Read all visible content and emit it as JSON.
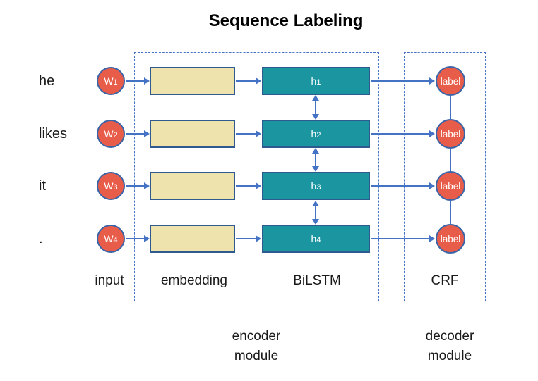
{
  "title": "Sequence Labeling",
  "colors": {
    "node_fill": "#E85D4A",
    "node_border": "#3A64A8",
    "embedding_fill": "#EEE2AD",
    "bilstm_fill": "#1B96A1",
    "box_border": "#2E5A8F",
    "connector_blue": "#4472C4"
  },
  "rows": [
    {
      "word": "he",
      "input_symbol": "W",
      "input_sub": "1",
      "hidden_symbol": "h",
      "hidden_sub": "1",
      "output_label": "label"
    },
    {
      "word": "likes",
      "input_symbol": "W",
      "input_sub": "2",
      "hidden_symbol": "h",
      "hidden_sub": "2",
      "output_label": "label"
    },
    {
      "word": "it",
      "input_symbol": "W",
      "input_sub": "3",
      "hidden_symbol": "h",
      "hidden_sub": "3",
      "output_label": "label"
    },
    {
      "word": ".",
      "input_symbol": "W",
      "input_sub": "4",
      "hidden_symbol": "h",
      "hidden_sub": "4",
      "output_label": "label"
    }
  ],
  "layer_labels": {
    "input": "input",
    "embedding": "embedding",
    "bilstm": "BiLSTM",
    "crf": "CRF"
  },
  "module_captions": {
    "encoder": [
      "encoder",
      "module"
    ],
    "decoder": [
      "decoder",
      "module"
    ]
  }
}
